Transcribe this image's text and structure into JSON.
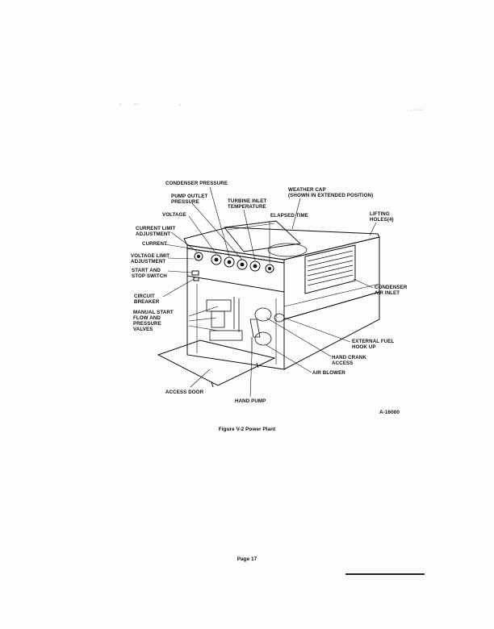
{
  "figure": {
    "labels": {
      "condenser_pressure": "CONDENSER PRESSURE",
      "pump_outlet_pressure": "PUMP OUTLET\nPRESSURE",
      "turbine_inlet_temperature": "TURBINE INLET\nTEMPERATURE",
      "weather_cap": "WEATHER CAP\n(SHOWN IN EXTENDED POSITION)",
      "voltage": "VOLTAGE",
      "elapsed_time": "ELAPSED TIME",
      "lifting_holes": "LIFTING\nHOLES(4)",
      "current_limit_adjustment": "CURRENT LIMIT\nADJUSTMENT",
      "current": "CURRENT",
      "voltage_limit_adjustment": "VOLTAGE LIMIT\nADJUSTMENT",
      "start_and_stop_switch": "START AND\nSTOP SWITCH",
      "circuit_breaker": "CIRCUIT\nBREAKER",
      "condenser_air_inlet": "CONDENSER\nAIR INLET",
      "manual_start_valves": "MANUAL START\nFLOW AND\nPRESSURE\nVALVES",
      "external_fuel_hook_up": "EXTERNAL FUEL\nHOOK UP",
      "hand_crank_access": "HAND CRANK\nACCESS",
      "air_blower": "AIR BLOWER",
      "access_door": "ACCESS DOOR",
      "hand_pump": "HAND PUMP"
    },
    "figure_number": "A-16000",
    "caption": "Figure V-2  Power Plant"
  },
  "footer": {
    "page_label": "Page 17"
  }
}
